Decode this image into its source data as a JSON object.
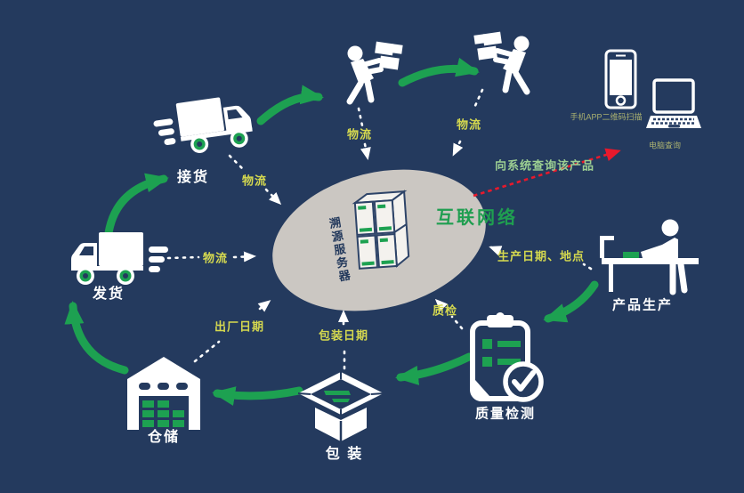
{
  "colors": {
    "background": "#243a5e",
    "arrow_green": "#1da151",
    "label_yellow": "#d5d94f",
    "query_green": "#9ccf92",
    "network_green": "#1f9e50",
    "ellipse_gray": "#cbc7c2",
    "arrow_red": "#e8192c",
    "caption_dim": "#a9b070",
    "server_text": "#23395c"
  },
  "center": {
    "server_label": "溯源服务器",
    "network_label": "互联网络"
  },
  "nodes": {
    "receiving": {
      "label": "接货"
    },
    "shipping": {
      "label": "发货"
    },
    "warehouse": {
      "label": "仓储"
    },
    "packaging": {
      "label": "包 装"
    },
    "quality": {
      "label": "质量检测"
    },
    "production": {
      "label": "产品生产"
    }
  },
  "devices": {
    "phone_caption": "手机APP二维码扫描",
    "laptop_caption": "电脑查询"
  },
  "flows": {
    "logistics": "物流",
    "factory_date": "出厂日期",
    "packaging_date": "包装日期",
    "quality_check": "质检",
    "production_info": "生产日期、地点",
    "system_query": "向系统查询该产品"
  }
}
